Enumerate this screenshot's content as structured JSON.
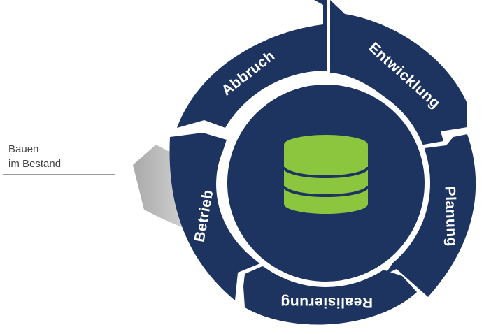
{
  "cycle": {
    "segments": [
      {
        "id": "abbruch",
        "label": "Abbruch"
      },
      {
        "id": "entwicklung",
        "label": "Entwicklung"
      },
      {
        "id": "planung",
        "label": "Planung"
      },
      {
        "id": "realisierung",
        "label": "Realisierung"
      },
      {
        "id": "betrieb",
        "label": "Betrieb"
      }
    ],
    "center_icon": "database-icon",
    "colors": {
      "segment": "#1d3461",
      "segment_stroke": "#ffffff",
      "database": "#8cc63f",
      "callout": "#b5b5b5"
    }
  },
  "side_label": {
    "line1": "Bauen",
    "line2": "im Bestand"
  }
}
